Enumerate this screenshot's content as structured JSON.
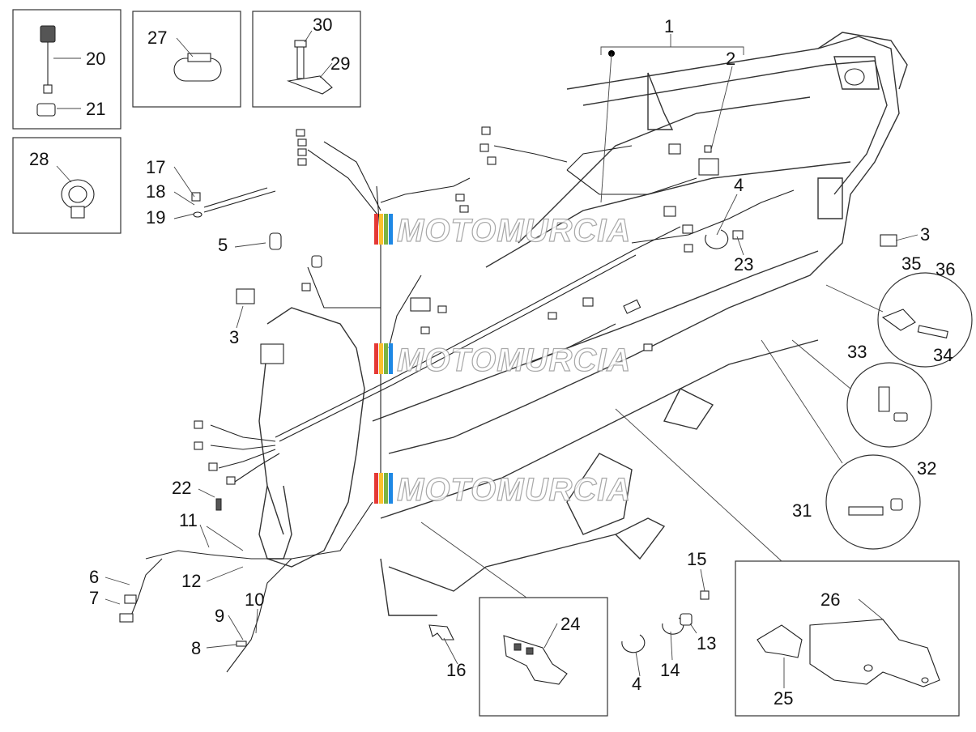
{
  "watermark": {
    "text": "MOTOMURCIA",
    "colors": [
      "#e53935",
      "#fbc02d",
      "#7cb342",
      "#1e88e5"
    ]
  },
  "labels": {
    "l1": "1",
    "l2": "2",
    "l3a": "3",
    "l3b": "3",
    "l4a": "4",
    "l4b": "4",
    "l5": "5",
    "l6": "6",
    "l7": "7",
    "l8": "8",
    "l9": "9",
    "l10": "10",
    "l11": "11",
    "l12": "12",
    "l13": "13",
    "l14": "14",
    "l15": "15",
    "l16": "16",
    "l17": "17",
    "l18": "18",
    "l19": "19",
    "l20": "20",
    "l21": "21",
    "l22": "22",
    "l23": "23",
    "l24": "24",
    "l25": "25",
    "l26": "26",
    "l27": "27",
    "l28": "28",
    "l29": "29",
    "l30": "30",
    "l31": "31",
    "l32": "32",
    "l33": "33",
    "l34": "34",
    "l35": "35",
    "l36": "36"
  }
}
